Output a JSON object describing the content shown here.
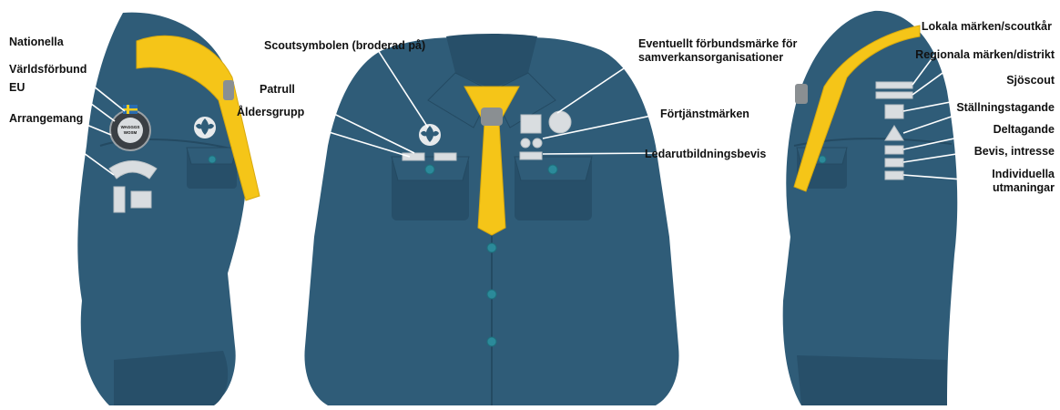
{
  "labels": {
    "nationella": "Nationella",
    "varldsforbund": "Världsförbund",
    "eu": "EU",
    "arrangemang": "Arrangemang",
    "scoutsymbolen": "Scoutsymbolen (broderad på)",
    "patrull": "Patrull",
    "aldersgrupp": "Åldersgrupp",
    "forbundsmarke_line1": "Eventuellt förbundsmärke för",
    "forbundsmarke_line2": "samverkansorganisationer",
    "fortjanstmarken": "Förtjänstmärken",
    "ledarutbildningsbevis": "Ledarutbildningsbevis",
    "lokala": "Lokala märken/scoutkår",
    "regionala": "Regionala märken/distrikt",
    "sjoscout": "Sjöscout",
    "stallningstagande": "Ställningstagande",
    "deltagande": "Deltagande",
    "bevis": "Bevis, intresse",
    "individuella_line1": "Individuella",
    "individuella_line2": "utmaningar"
  },
  "emblem_text": {
    "line1": "WAGGGS",
    "line2": "WOSM"
  },
  "colors": {
    "shirt": "#2f5c78",
    "scarf": "#f5c518",
    "badge": "#d9dde0"
  }
}
